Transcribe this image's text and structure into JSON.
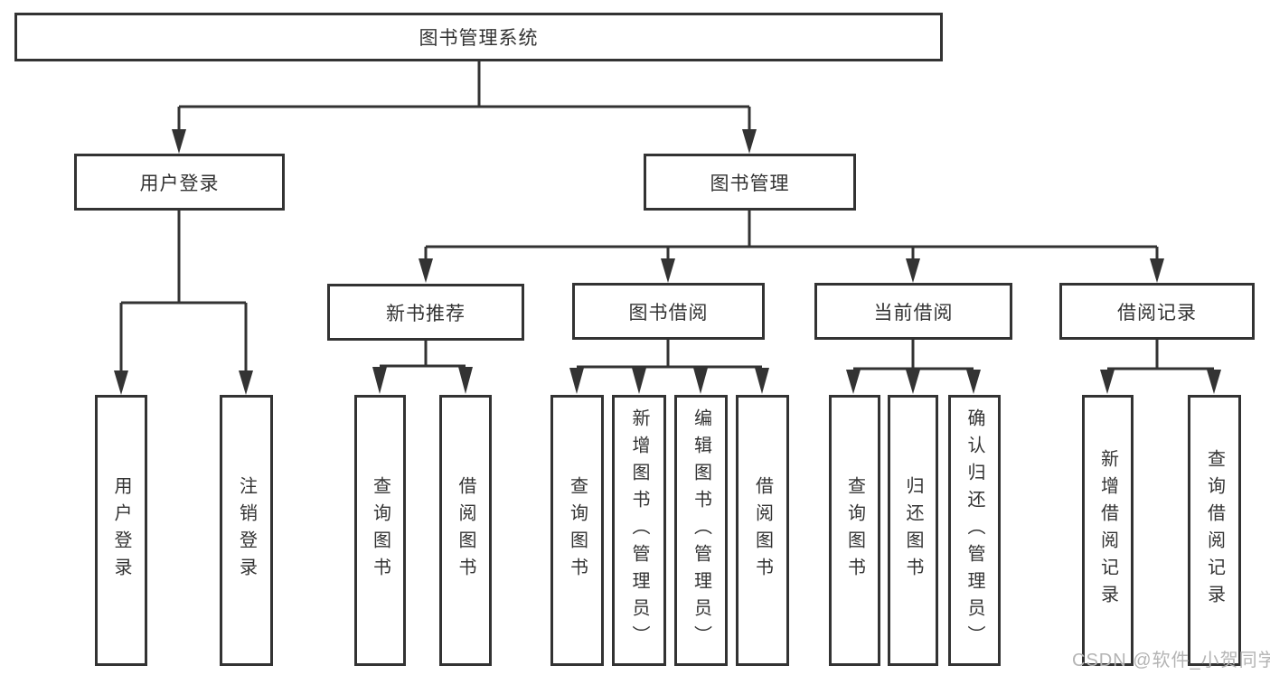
{
  "tree": {
    "label": "图书管理系统",
    "children": [
      {
        "label": "用户登录",
        "children": [
          {
            "label": "用户登录"
          },
          {
            "label": "注销登录"
          }
        ]
      },
      {
        "label": "图书管理",
        "children": [
          {
            "label": "新书推荐",
            "children": [
              {
                "label": "查询图书"
              },
              {
                "label": "借阅图书"
              }
            ]
          },
          {
            "label": "图书借阅",
            "children": [
              {
                "label": "查询图书"
              },
              {
                "label": "新增图书（管理员）"
              },
              {
                "label": "编辑图书（管理员）"
              },
              {
                "label": "借阅图书"
              }
            ]
          },
          {
            "label": "当前借阅",
            "children": [
              {
                "label": "查询图书"
              },
              {
                "label": "归还图书"
              },
              {
                "label": "确认归还（管理员）"
              }
            ]
          },
          {
            "label": "借阅记录",
            "children": [
              {
                "label": "新增借阅记录"
              },
              {
                "label": "查询借阅记录"
              }
            ]
          }
        ]
      }
    ]
  },
  "watermark": {
    "text": "CSDN @软件_小贺同学"
  },
  "colors": {
    "line": "#333333",
    "text": "#333333",
    "background": "#ffffff",
    "watermark": "#b4b4b4"
  }
}
